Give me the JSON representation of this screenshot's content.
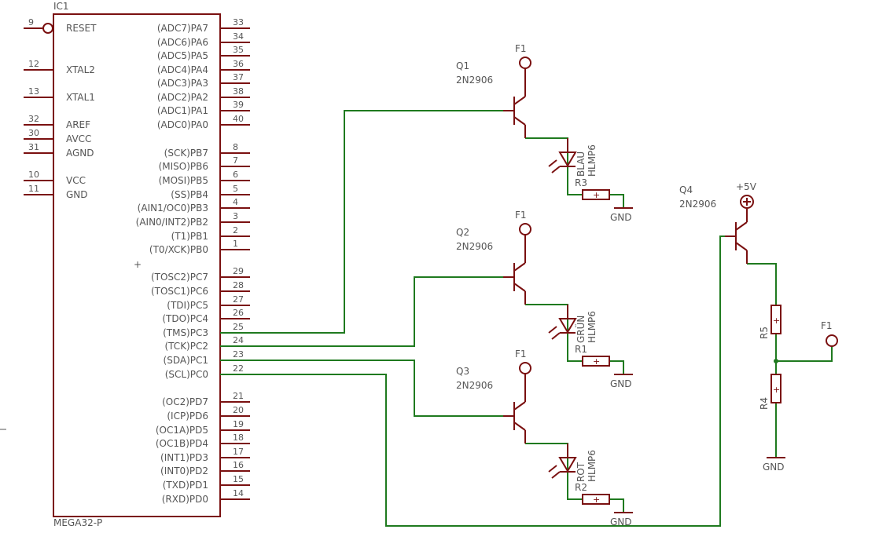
{
  "ic": {
    "name": "IC1",
    "value": "MEGA32-P",
    "left_pins": [
      {
        "num": "9",
        "label": "RESET"
      },
      {
        "num": "12",
        "label": "XTAL2"
      },
      {
        "num": "13",
        "label": "XTAL1"
      },
      {
        "num": "32",
        "label": "AREF"
      },
      {
        "num": "30",
        "label": "AVCC"
      },
      {
        "num": "31",
        "label": "AGND"
      },
      {
        "num": "10",
        "label": "VCC"
      },
      {
        "num": "11",
        "label": "GND"
      }
    ],
    "right_pins": [
      {
        "num": "33",
        "label": "(ADC7)PA7"
      },
      {
        "num": "34",
        "label": "(ADC6)PA6"
      },
      {
        "num": "35",
        "label": "(ADC5)PA5"
      },
      {
        "num": "36",
        "label": "(ADC4)PA4"
      },
      {
        "num": "37",
        "label": "(ADC3)PA3"
      },
      {
        "num": "38",
        "label": "(ADC2)PA2"
      },
      {
        "num": "39",
        "label": "(ADC1)PA1"
      },
      {
        "num": "40",
        "label": "(ADC0)PA0"
      },
      {
        "num": "8",
        "label": "(SCK)PB7"
      },
      {
        "num": "7",
        "label": "(MISO)PB6"
      },
      {
        "num": "6",
        "label": "(MOSI)PB5"
      },
      {
        "num": "5",
        "label": "(SS)PB4"
      },
      {
        "num": "4",
        "label": "(AIN1/OC0)PB3"
      },
      {
        "num": "3",
        "label": "(AIN0/INT2)PB2"
      },
      {
        "num": "2",
        "label": "(T1)PB1"
      },
      {
        "num": "1",
        "label": "(T0/XCK)PB0"
      },
      {
        "num": "29",
        "label": "(TOSC2)PC7"
      },
      {
        "num": "28",
        "label": "(TOSC1)PC6"
      },
      {
        "num": "27",
        "label": "(TDI)PC5"
      },
      {
        "num": "26",
        "label": "(TDO)PC4"
      },
      {
        "num": "25",
        "label": "(TMS)PC3"
      },
      {
        "num": "24",
        "label": "(TCK)PC2"
      },
      {
        "num": "23",
        "label": "(SDA)PC1"
      },
      {
        "num": "22",
        "label": "(SCL)PC0"
      },
      {
        "num": "21",
        "label": "(OC2)PD7"
      },
      {
        "num": "20",
        "label": "(ICP)PD6"
      },
      {
        "num": "19",
        "label": "(OC1A)PD5"
      },
      {
        "num": "18",
        "label": "(OC1B)PD4"
      },
      {
        "num": "17",
        "label": "(INT1)PD3"
      },
      {
        "num": "16",
        "label": "(INT0)PD2"
      },
      {
        "num": "15",
        "label": "(TXD)PD1"
      },
      {
        "num": "14",
        "label": "(RXD)PD0"
      }
    ]
  },
  "transistors": [
    {
      "name": "Q1",
      "value": "2N2906",
      "supply": "F1"
    },
    {
      "name": "Q2",
      "value": "2N2906",
      "supply": "F1"
    },
    {
      "name": "Q3",
      "value": "2N2906",
      "supply": "F1"
    },
    {
      "name": "Q4",
      "value": "2N2906",
      "supply": "+5V"
    }
  ],
  "leds": [
    {
      "color": "BLAU",
      "part": "HLMP6"
    },
    {
      "color": "GRÜN",
      "part": "HLMP6"
    },
    {
      "color": "ROT",
      "part": "HLMP6"
    }
  ],
  "resistors": [
    {
      "name": "R3"
    },
    {
      "name": "R1"
    },
    {
      "name": "R2"
    },
    {
      "name": "R5"
    },
    {
      "name": "R4"
    }
  ],
  "grounds": [
    "GND",
    "GND",
    "GND",
    "GND"
  ],
  "divider_supply": "F1",
  "colors": {
    "device": "#7a1010",
    "net": "#1f7a1f",
    "text": "#555555"
  }
}
